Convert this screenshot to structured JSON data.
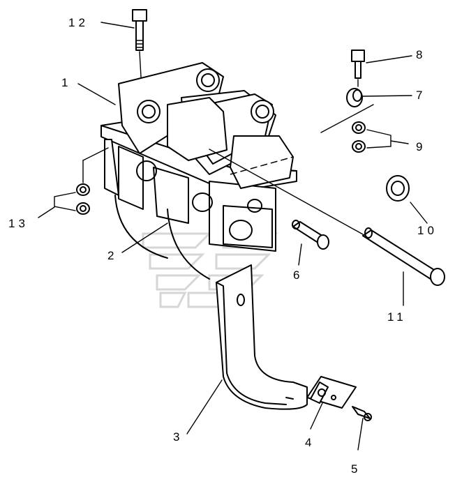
{
  "callouts": {
    "c1": "1",
    "c2": "2",
    "c3": "3",
    "c4": "4",
    "c5": "5",
    "c6": "6",
    "c7": "7",
    "c8": "8",
    "c9": "9",
    "c10": "10",
    "c11": "11",
    "c12": "12",
    "c13": "13"
  },
  "watermark": "stylized-logo-watermark"
}
